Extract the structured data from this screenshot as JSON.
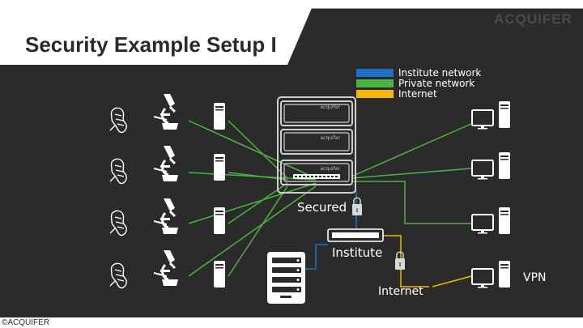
{
  "title": "Security Example Setup I",
  "logo": "ACQUIFER",
  "footer": "©ACQUIFER",
  "legend": [
    {
      "label": "Institute network",
      "color": "#1f6fc9"
    },
    {
      "label": "Private network",
      "color": "#4db340"
    },
    {
      "label": "Internet",
      "color": "#f5b800"
    }
  ],
  "rack_label": "acquifer",
  "labels": {
    "secured": "Secured",
    "institute": "Institute",
    "internet": "Internet",
    "vpn": "VPN"
  },
  "icons": {
    "sample": "pipette-icon",
    "microscope": "microscope-icon",
    "tower": "computer-tower-icon",
    "monitor": "monitor-icon",
    "server": "server-icon",
    "switch": "network-switch-icon",
    "lock": "padlock-icon"
  }
}
